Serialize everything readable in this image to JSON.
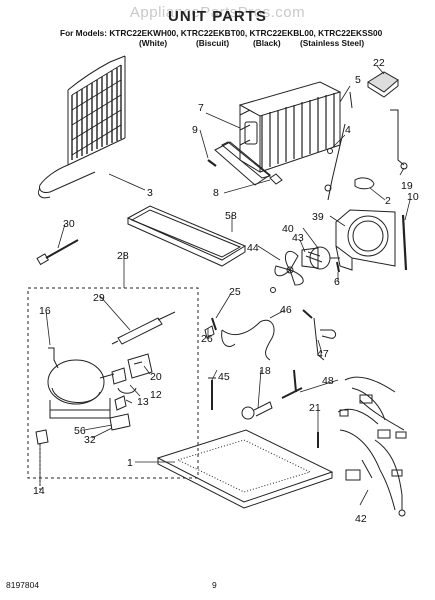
{
  "watermark": "AppliancePartsPros.com",
  "title": "UNIT PARTS",
  "models_line": "For Models: KTRC22EKWH00, KTRC22EKBT00, KTRC22EKBL00, KTRC22EKSS00",
  "variants": [
    "(White)",
    "(Biscuit)",
    "(Black)",
    "(Stainless Steel)"
  ],
  "callouts": [
    "1",
    "2",
    "3",
    "4",
    "5",
    "6",
    "7",
    "8",
    "9",
    "10",
    "12",
    "13",
    "14",
    "16",
    "18",
    "19",
    "20",
    "21",
    "22",
    "25",
    "26",
    "28",
    "29",
    "30",
    "32",
    "39",
    "40",
    "42",
    "43",
    "44",
    "45",
    "46",
    "47",
    "48",
    "56",
    "58"
  ],
  "footer": {
    "doc_number": "8197804",
    "page": "9"
  }
}
